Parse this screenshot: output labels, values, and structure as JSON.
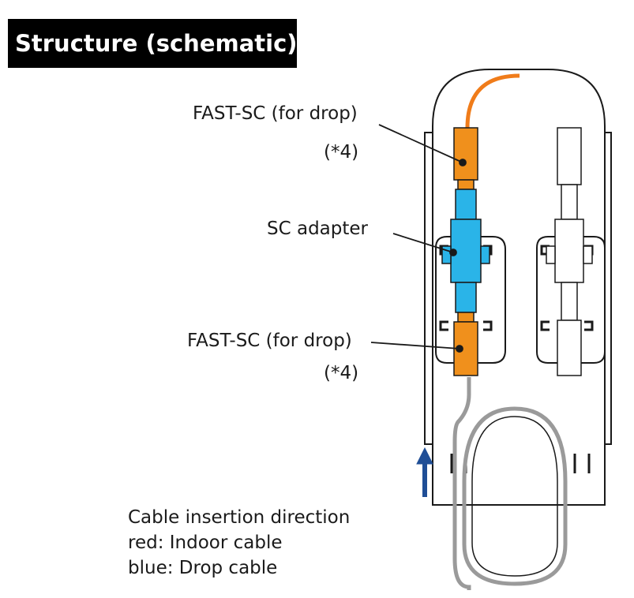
{
  "title": "Structure (schematic)",
  "labels": {
    "fast_sc_top": "FAST-SC (for drop)",
    "note_top": "(*4)",
    "sc_adapter": "SC adapter",
    "fast_sc_bottom": "FAST-SC (for drop)",
    "note_bottom": "(*4)"
  },
  "legend": {
    "line1": "Cable insertion direction",
    "line2": "red: Indoor cable",
    "line3": "blue: Drop cable"
  },
  "colors": {
    "indoor_cable": "#f07c1a",
    "connector": "#f0901c",
    "adapter": "#2ab4e8",
    "drop_cable": "#9a9a9a",
    "arrow": "#1f4e96",
    "outline": "#1a1a1a"
  }
}
